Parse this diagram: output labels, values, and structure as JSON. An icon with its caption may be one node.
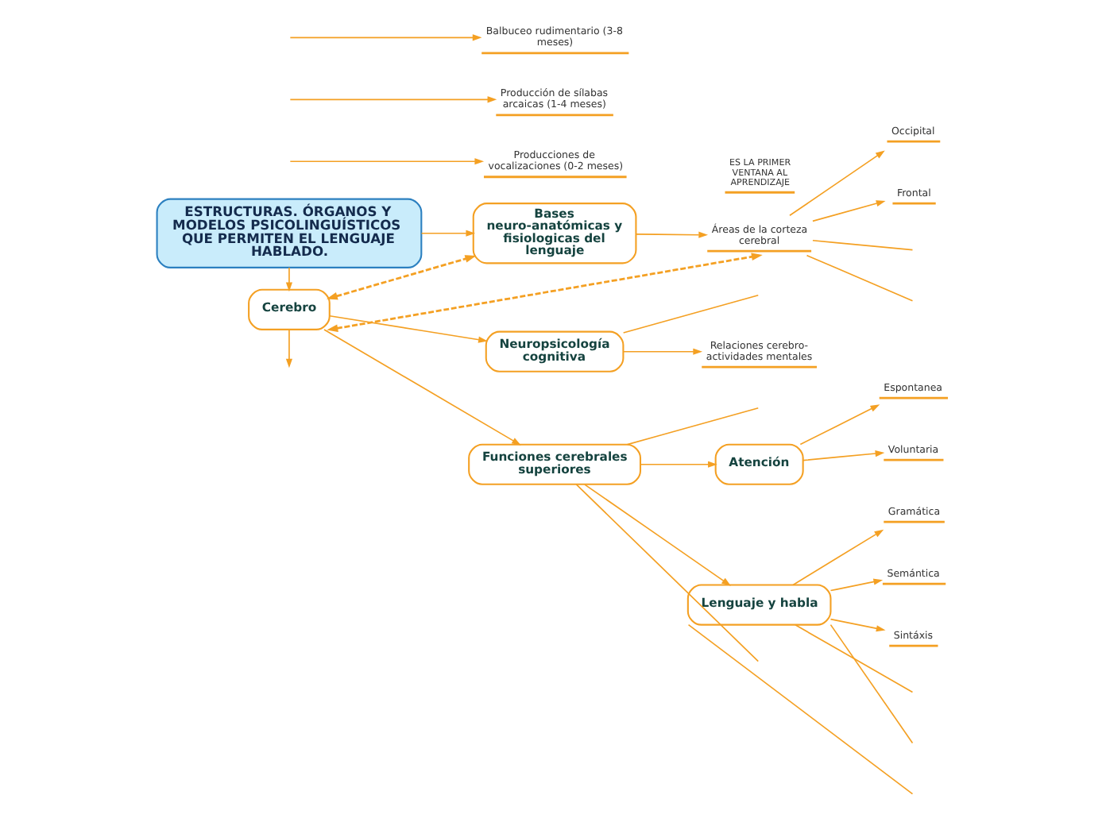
{
  "diagram": {
    "nodes": [
      {
        "text": [
          "ESTRUCTURAS. ÓRGANOS Y MODELOS PSICOLINGUÍSTICOS QUE PERMITEN EL LENGUAJE HABLADO."
        ]
      },
      {
        "text": [
          "Cerebro"
        ]
      },
      {
        "text": [
          "Neuropsicología cognitiva"
        ]
      },
      {
        "text": [
          "Relaciones cerebro- actividades mentales"
        ]
      },
      {
        "text": [
          "Bases neuro-anatómicas y fisiologicas del lenguaje"
        ]
      },
      {
        "text": [
          "Áreas de la corteza cerebral"
        ]
      },
      {
        "text": [
          "Occipital"
        ]
      },
      {
        "text": [
          "Frontal"
        ]
      },
      {
        "text": [
          "Funciones cerebrales superiores"
        ]
      },
      {
        "text": [
          "ES LA PRIMER VENTANA AL APRENDIZAJE"
        ]
      },
      {
        "text": [
          "Atención"
        ]
      },
      {
        "text": [
          "Espontanea"
        ]
      },
      {
        "text": [
          "Voluntaria"
        ]
      },
      {
        "text": [
          "Lenguaje y habla"
        ]
      },
      {
        "text": [
          "Gramática"
        ]
      },
      {
        "text": [
          "Semántica"
        ]
      },
      {
        "text": [
          "Sintáxis"
        ]
      },
      {
        "text": [
          "Producciones de vocalizaciones (0-2 meses)"
        ]
      },
      {
        "text": [
          "Producción de sílabas arcaicas (1-4 meses)"
        ]
      },
      {
        "text": [
          "Balbuceo rudimentario (3-8 meses)"
        ]
      }
    ],
    "edges": [
      {
        "from": 0,
        "to": 1,
        "arrow": "to"
      },
      {
        "from": 1,
        "to": 2,
        "arrow": "to"
      },
      {
        "from": 0,
        "to": 4,
        "arrow": "to"
      },
      {
        "from": 1,
        "to": 4,
        "arrow": "both",
        "style": "dashed"
      },
      {
        "from": 1,
        "to": 5,
        "arrow": "both",
        "style": "dashed"
      },
      {
        "from": 1,
        "to": null,
        "arrow": "to"
      },
      {
        "from": 1,
        "to": 8,
        "arrow": "to"
      },
      {
        "from": 8,
        "to": null,
        "arrow": "none"
      },
      {
        "from": 8,
        "to": null,
        "arrow": "none"
      },
      {
        "from": 8,
        "to": 10,
        "arrow": "to"
      },
      {
        "from": 10,
        "to": 11,
        "arrow": "to"
      },
      {
        "from": 10,
        "to": 12,
        "arrow": "to"
      },
      {
        "from": 8,
        "to": 13,
        "arrow": "to"
      },
      {
        "from": 13,
        "to": 14,
        "arrow": "to"
      },
      {
        "from": 13,
        "to": 15,
        "arrow": "to"
      },
      {
        "from": 13,
        "to": 16,
        "arrow": "to"
      },
      {
        "from": 13,
        "to": null,
        "arrow": "none"
      },
      {
        "from": 13,
        "to": null,
        "arrow": "none"
      },
      {
        "from": 13,
        "to": null,
        "arrow": "none"
      },
      {
        "from": 2,
        "to": 3,
        "arrow": "to"
      },
      {
        "from": 2,
        "to": null,
        "arrow": "none"
      },
      {
        "from": null,
        "to": 17,
        "arrow": "to"
      },
      {
        "from": null,
        "to": 18,
        "arrow": "to"
      },
      {
        "from": null,
        "to": 19,
        "arrow": "to"
      },
      {
        "from": 4,
        "to": 5,
        "arrow": "to"
      },
      {
        "from": 5,
        "to": 6,
        "arrow": "to"
      },
      {
        "from": 5,
        "to": 7,
        "arrow": "to"
      },
      {
        "from": 5,
        "to": null,
        "arrow": "none"
      },
      {
        "from": 5,
        "to": null,
        "arrow": "none"
      }
    ]
  }
}
